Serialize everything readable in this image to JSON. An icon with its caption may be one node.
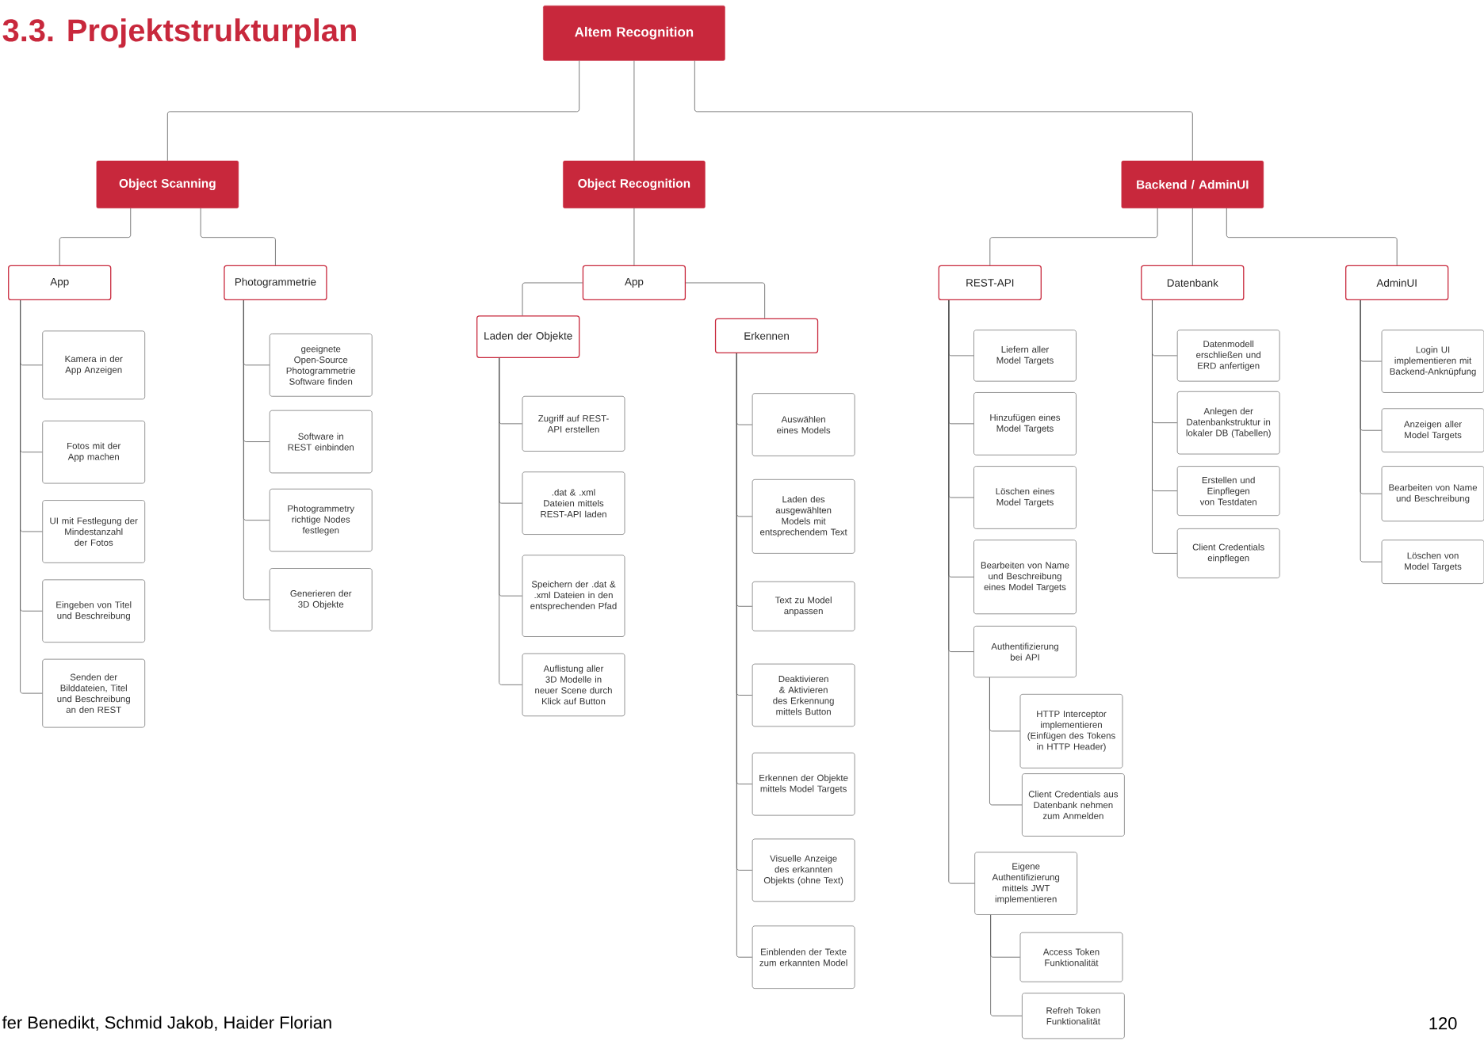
{
  "diagram": {
    "title": "3.3. Projektstrukturplan",
    "nodes": [
      {
        "text": [
          "Altem Recognition"
        ]
      },
      {
        "text": [
          "Object Scanning"
        ]
      },
      {
        "text": [
          "Object Recognition"
        ]
      },
      {
        "text": [
          "Backend / AdminUI"
        ]
      },
      {
        "text": [
          "App"
        ]
      },
      {
        "text": [
          "Photogrammetrie"
        ]
      },
      {
        "text": [
          "Kamera in der App Anzeigen"
        ]
      },
      {
        "text": [
          "Fotos mit der App machen"
        ]
      },
      {
        "text": [
          "UI mit Festlegung der Mindestanzahl der Fotos"
        ]
      },
      {
        "text": [
          "Eingeben von Titel und Beschreibung"
        ]
      },
      {
        "text": [
          "Senden der Bilddateien, Titel und Beschreibung an den REST"
        ]
      },
      {
        "text": [
          "geeignete Open-Source Photogrammetrie Software finden"
        ]
      },
      {
        "text": [
          "Software in REST einbinden"
        ]
      },
      {
        "text": [
          "Photogrammetry richtige Nodes festlegen"
        ]
      },
      {
        "text": [
          "Generieren der 3D Objekte"
        ]
      },
      {
        "text": [
          "App"
        ]
      },
      {
        "text": [
          "Laden der Objekte"
        ]
      },
      {
        "text": [
          "Erkennen"
        ]
      },
      {
        "text": [
          "Zugriff auf REST-API erstellen"
        ]
      },
      {
        "text": [
          ".dat & .xml Dateien mittels REST-API laden"
        ]
      },
      {
        "text": [
          "Speichern der .dat & .xml Dateien in den entsprechenden Pfad"
        ]
      },
      {
        "text": [
          "Auflistung aller 3D Modelle in neuer Scene durch Klick auf Button"
        ]
      },
      {
        "text": [
          "Auswählen eines Models"
        ]
      },
      {
        "text": [
          "Laden des ausgewählten Models mit entsprechendem Text"
        ]
      },
      {
        "text": [
          "Text zu Model anpassen"
        ]
      },
      {
        "text": [
          "Deaktivieren & Aktivieren des Erkennung mittels Button"
        ]
      },
      {
        "text": [
          "Erkennen der Objekte mittels Model Targets"
        ]
      },
      {
        "text": [
          "Visuelle Anzeige des erkannten Objekts (ohne Text)"
        ]
      },
      {
        "text": [
          "Einblenden der Texte zum erkannten Model"
        ]
      },
      {
        "text": [
          "REST-API"
        ]
      },
      {
        "text": [
          "Datenbank"
        ]
      },
      {
        "text": [
          "AdminUI"
        ]
      },
      {
        "text": [
          "Liefern aller Model Targets"
        ]
      },
      {
        "text": [
          "Hinzufügen eines Model Targets"
        ]
      },
      {
        "text": [
          "Löschen eines Model Targets"
        ]
      },
      {
        "text": [
          "Bearbeiten von Name und Beschreibung eines Model Targets"
        ]
      },
      {
        "text": [
          "Authentifizierung bei API"
        ]
      },
      {
        "text": [
          "HTTP Interceptor implementieren (Einfügen des Tokens in HTTP Header)"
        ]
      },
      {
        "text": [
          "Client Credentials aus Datenbank nehmen zum Anmelden"
        ]
      },
      {
        "text": [
          "Eigene Authentifizierung mittels JWT implementieren"
        ]
      },
      {
        "text": [
          "Access Token Funktionalität"
        ]
      },
      {
        "text": [
          "Refreh Token Funktionalität"
        ]
      },
      {
        "text": [
          "Datenmodell erschließen und ERD anfertigen"
        ]
      },
      {
        "text": [
          "Anlegen der Datenbankstruktur in lokaler DB (Tabellen)"
        ]
      },
      {
        "text": [
          "Erstellen und Einpflegen von Testdaten"
        ]
      },
      {
        "text": [
          "Client Credentials einpflegen"
        ]
      },
      {
        "text": [
          "Login UI implementieren mit Backend-Anknüpfung"
        ]
      },
      {
        "text": [
          "Anzeigen aller Model Targets"
        ]
      },
      {
        "text": [
          "Bearbeiten von Name und Beschreibung"
        ]
      },
      {
        "text": [
          "Löschen von Model Targets"
        ]
      }
    ],
    "edges": [
      {
        "from": 0,
        "to": 1,
        "arrow": "none"
      },
      {
        "from": 0,
        "to": 2,
        "arrow": "none"
      },
      {
        "from": 0,
        "to": 3,
        "arrow": "none"
      },
      {
        "from": 1,
        "to": 4,
        "arrow": "none"
      },
      {
        "from": 1,
        "to": 5,
        "arrow": "none"
      },
      {
        "from": 4,
        "to": 6,
        "arrow": "none"
      },
      {
        "from": 4,
        "to": 7,
        "arrow": "none"
      },
      {
        "from": 4,
        "to": 8,
        "arrow": "none"
      },
      {
        "from": 4,
        "to": 9,
        "arrow": "none"
      },
      {
        "from": 4,
        "to": 10,
        "arrow": "none"
      },
      {
        "from": 5,
        "to": 11,
        "arrow": "none"
      },
      {
        "from": 5,
        "to": 12,
        "arrow": "none"
      },
      {
        "from": 5,
        "to": 13,
        "arrow": "none"
      },
      {
        "from": 5,
        "to": 14,
        "arrow": "none"
      },
      {
        "from": 2,
        "to": 15,
        "arrow": "none"
      },
      {
        "from": 15,
        "to": 16,
        "arrow": "none"
      },
      {
        "from": 15,
        "to": 17,
        "arrow": "none"
      },
      {
        "from": 16,
        "to": 18,
        "arrow": "none"
      },
      {
        "from": 16,
        "to": 19,
        "arrow": "none"
      },
      {
        "from": 16,
        "to": 20,
        "arrow": "none"
      },
      {
        "from": 16,
        "to": 21,
        "arrow": "none"
      },
      {
        "from": 17,
        "to": 22,
        "arrow": "none"
      },
      {
        "from": 17,
        "to": 23,
        "arrow": "none"
      },
      {
        "from": 17,
        "to": 24,
        "arrow": "none"
      },
      {
        "from": 17,
        "to": 25,
        "arrow": "none"
      },
      {
        "from": 17,
        "to": 26,
        "arrow": "none"
      },
      {
        "from": 17,
        "to": 27,
        "arrow": "none"
      },
      {
        "from": 17,
        "to": 28,
        "arrow": "none"
      },
      {
        "from": 3,
        "to": 29,
        "arrow": "none"
      },
      {
        "from": 3,
        "to": 30,
        "arrow": "none"
      },
      {
        "from": 3,
        "to": 31,
        "arrow": "none"
      },
      {
        "from": 29,
        "to": 32,
        "arrow": "none"
      },
      {
        "from": 29,
        "to": 33,
        "arrow": "none"
      },
      {
        "from": 29,
        "to": 34,
        "arrow": "none"
      },
      {
        "from": 29,
        "to": 35,
        "arrow": "none"
      },
      {
        "from": 29,
        "to": 36,
        "arrow": "none"
      },
      {
        "from": 36,
        "to": 37,
        "arrow": "none"
      },
      {
        "from": 36,
        "to": 38,
        "arrow": "none"
      },
      {
        "from": 29,
        "to": 39,
        "arrow": "none"
      },
      {
        "from": 39,
        "to": 40,
        "arrow": "none"
      },
      {
        "from": 39,
        "to": 41,
        "arrow": "none"
      },
      {
        "from": 30,
        "to": 42,
        "arrow": "none"
      },
      {
        "from": 30,
        "to": 43,
        "arrow": "none"
      },
      {
        "from": 30,
        "to": 44,
        "arrow": "none"
      },
      {
        "from": 30,
        "to": 45,
        "arrow": "none"
      },
      {
        "from": 31,
        "to": 46,
        "arrow": "none"
      },
      {
        "from": 31,
        "to": 47,
        "arrow": "none"
      },
      {
        "from": 31,
        "to": 48,
        "arrow": "none"
      },
      {
        "from": 31,
        "to": 49,
        "arrow": "none"
      }
    ],
    "labels": [
      "fer Benedikt, Schmid Jakob, Haider Florian",
      "120"
    ]
  }
}
